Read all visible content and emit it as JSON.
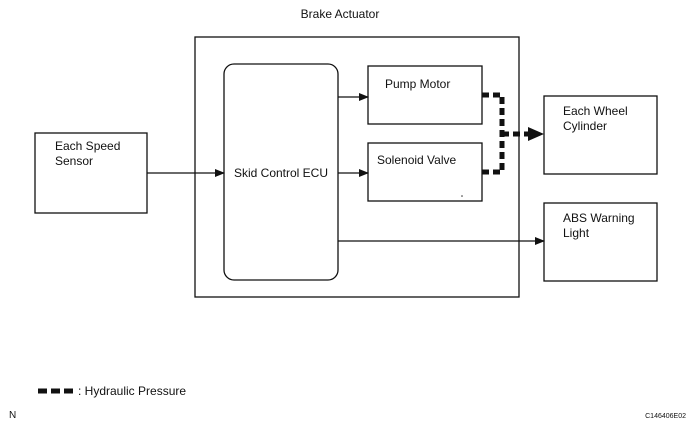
{
  "title": "Brake Actuator",
  "nodes": {
    "speed_sensor": [
      "Each Speed",
      "Sensor"
    ],
    "ecu": "Skid Control ECU",
    "pump_motor": "Pump Motor",
    "solenoid_valve": "Solenoid Valve",
    "wheel_cylinder": [
      "Each Wheel",
      "Cylinder"
    ],
    "abs_light": [
      "ABS Warning",
      "Light"
    ]
  },
  "legend": {
    "label": ": Hydraulic Pressure"
  },
  "footer": {
    "left": "N",
    "right": "C146406E02"
  }
}
